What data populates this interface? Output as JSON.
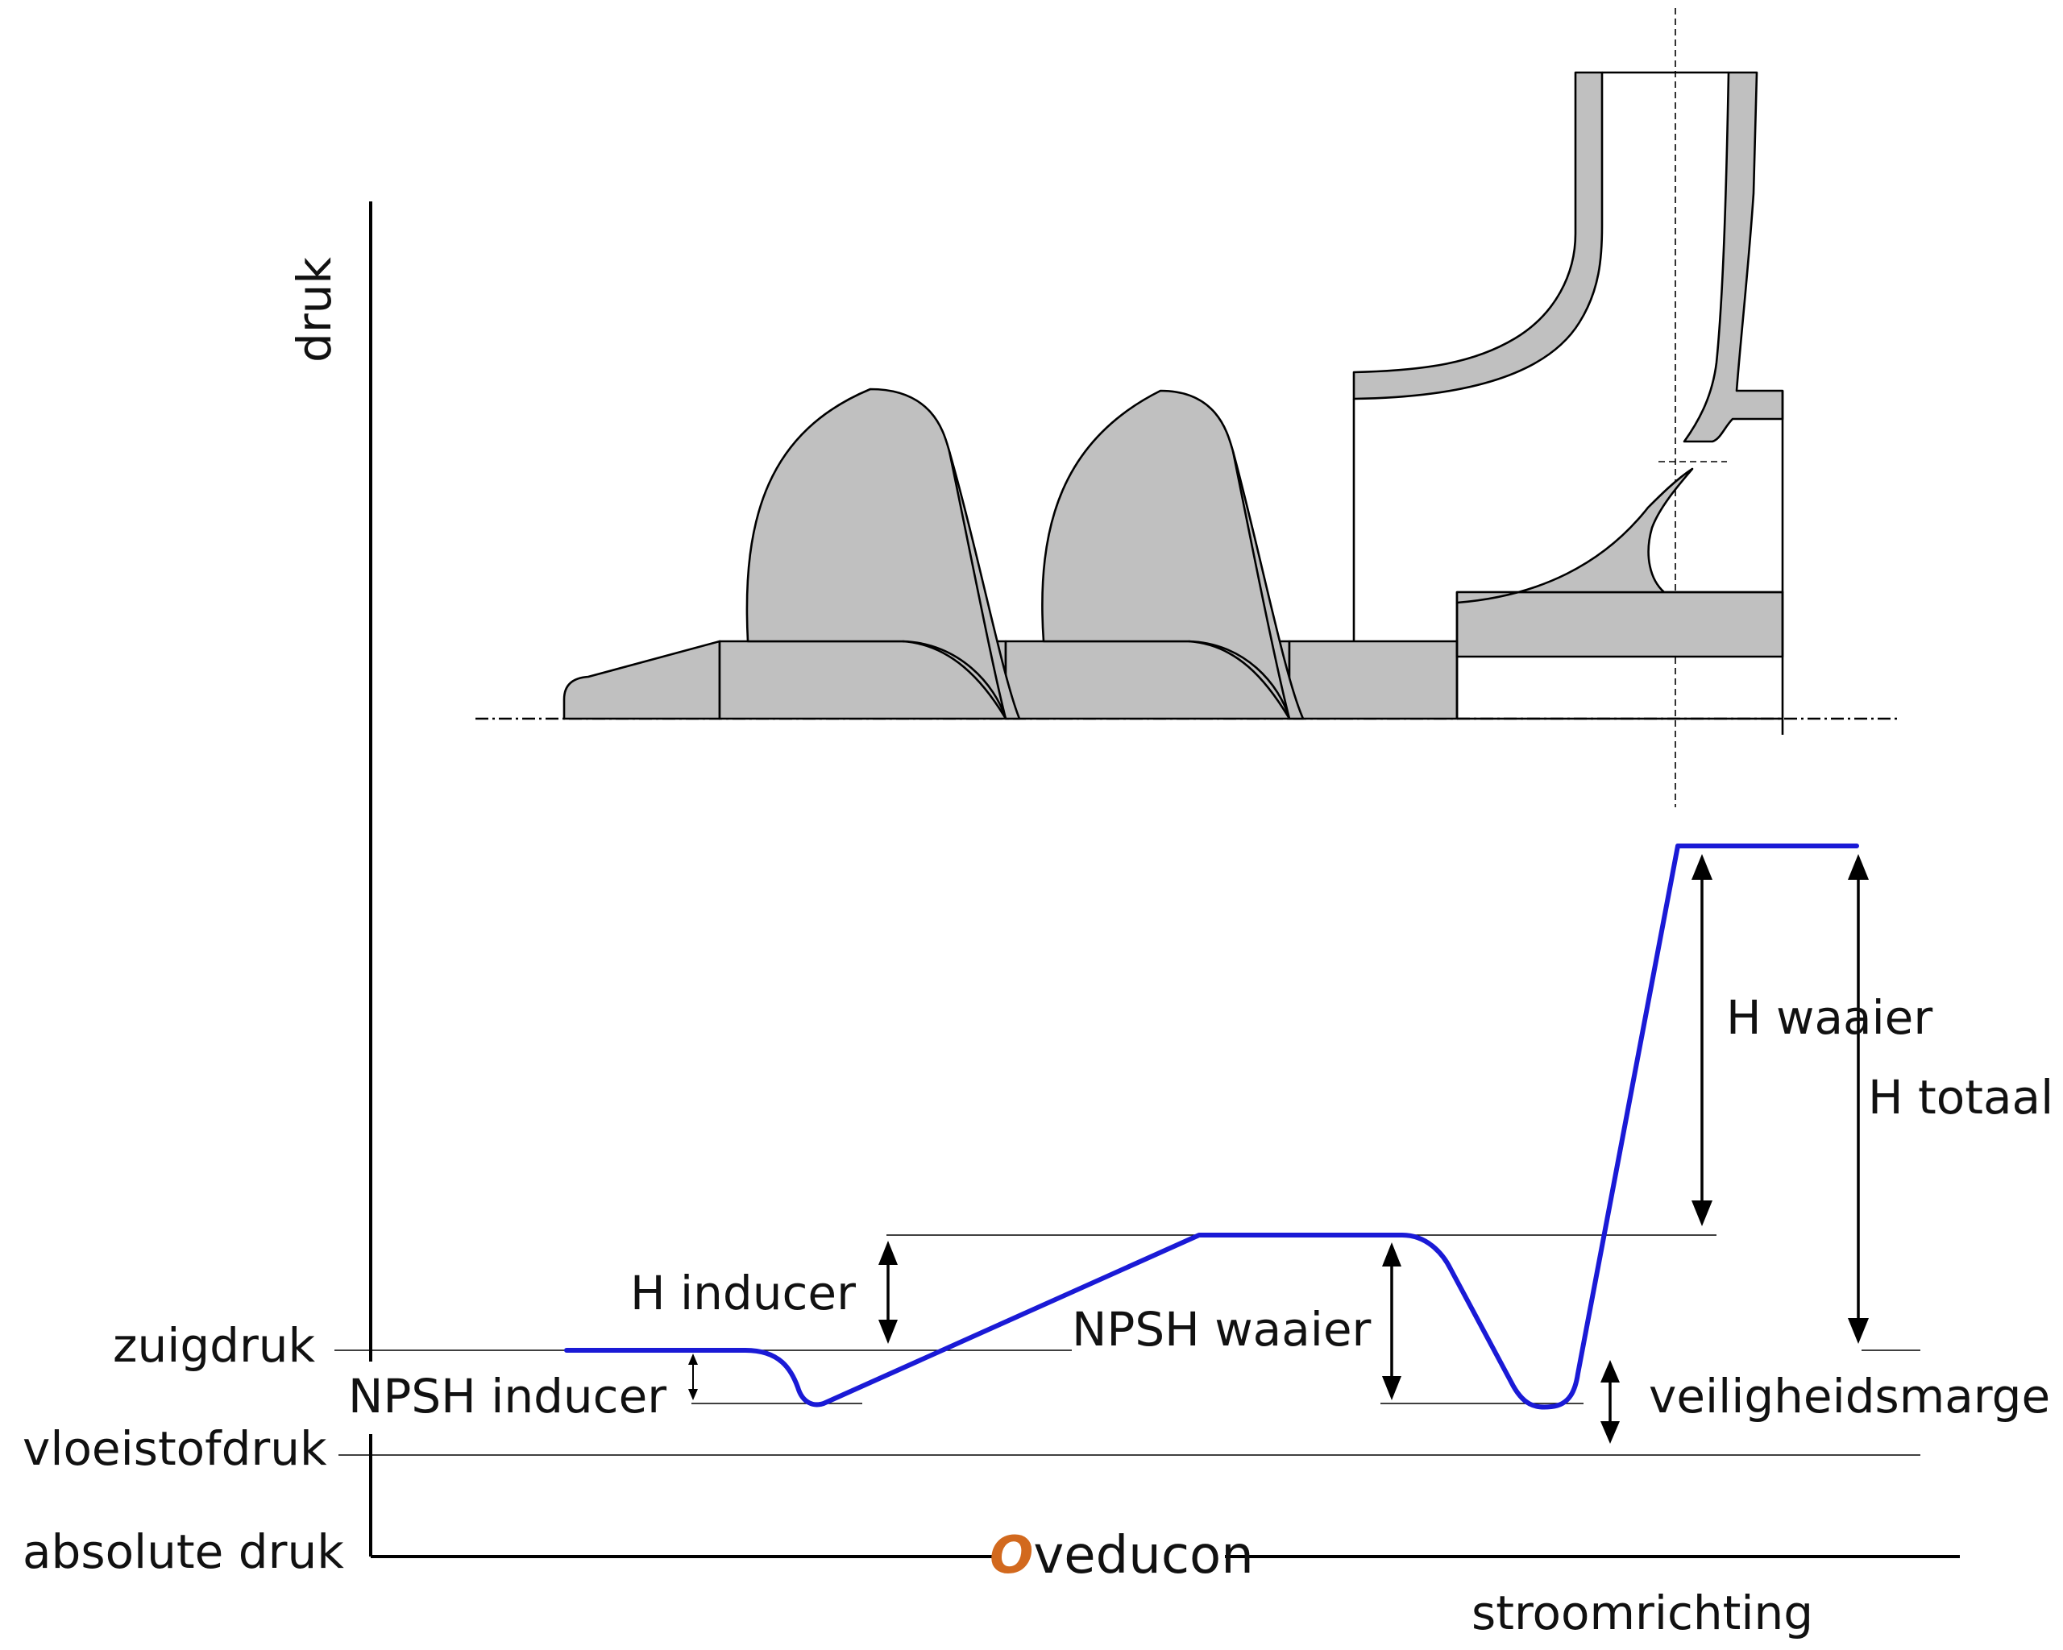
{
  "labels": {
    "y_axis": "druk",
    "x_axis": "stroomrichting",
    "zuigdruk": "zuigdruk",
    "vloeistofdruk": "vloeistofdruk",
    "absolute_druk": "absolute druk",
    "npsh_inducer": "NPSH inducer",
    "h_inducer": "H inducer",
    "npsh_waaier": "NPSH waaier",
    "h_waaier": "H waaier",
    "h_totaal": "H totaal",
    "veiligheidsmarge": "veiligheidsmarge"
  },
  "brand": {
    "initial": "O",
    "rest": "veducon",
    "initial_color": "#d2691e"
  },
  "colors": {
    "pressure_curve": "#1a1ad6",
    "component_fill": "#c0c0c0"
  }
}
